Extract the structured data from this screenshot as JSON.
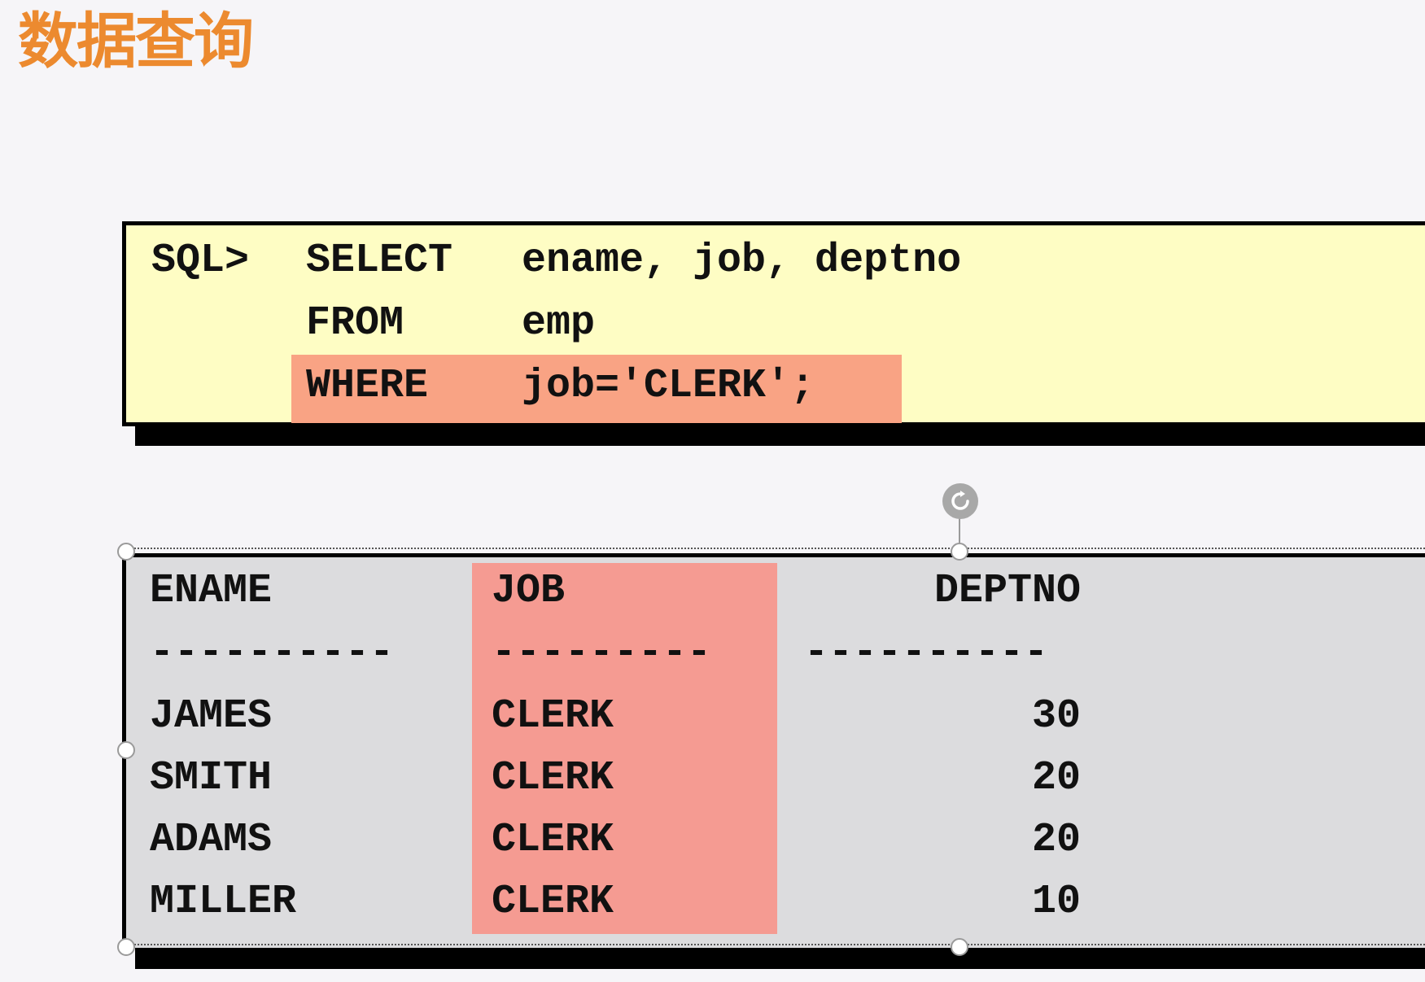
{
  "title": "数据查询",
  "sql": {
    "prompt": "SQL>",
    "line1_keyword": "SELECT",
    "line1_rest": "ename, job, deptno",
    "line2_keyword": "FROM",
    "line2_rest": "emp",
    "line3_keyword": "WHERE",
    "line3_rest": "job='CLERK';"
  },
  "result": {
    "headers": [
      "ENAME",
      "JOB",
      "DEPTNO"
    ],
    "separators": [
      "----------",
      "---------",
      "----------"
    ],
    "rows": [
      [
        "JAMES",
        "CLERK",
        "30"
      ],
      [
        "SMITH",
        "CLERK",
        "20"
      ],
      [
        "ADAMS",
        "CLERK",
        "20"
      ],
      [
        "MILLER",
        "CLERK",
        "10"
      ]
    ]
  },
  "colors": {
    "title": "#ec8a2f",
    "sql_background": "#fefdc4",
    "where_highlight": "#f9a384",
    "result_background": "#dcdcde",
    "job_highlight": "#f59b92"
  },
  "icons": [
    "rotate-icon"
  ]
}
